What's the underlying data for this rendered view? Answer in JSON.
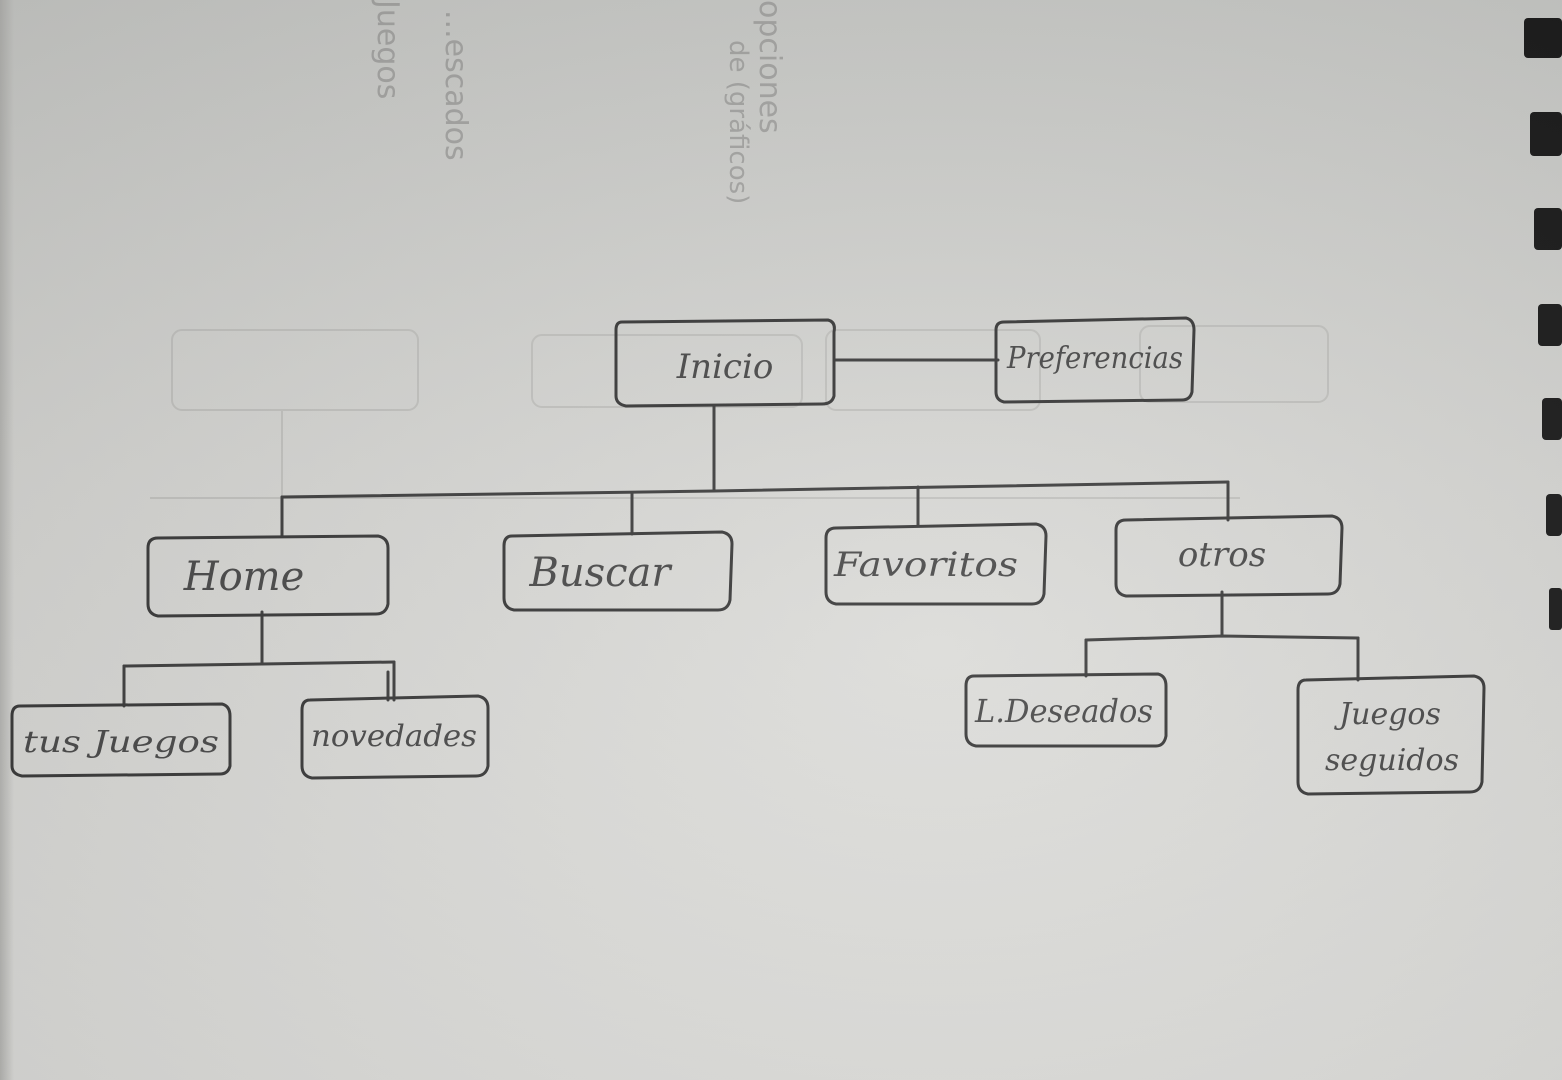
{
  "diagram": {
    "root": {
      "label": "Inicio"
    },
    "side": {
      "label": "Preferencias"
    },
    "level1": [
      {
        "label": "Home"
      },
      {
        "label": "Buscar"
      },
      {
        "label": "Favoritos"
      },
      {
        "label": "otros"
      }
    ],
    "home_children": [
      {
        "label": "tus Juegos"
      },
      {
        "label": "novedades"
      }
    ],
    "otros_children": [
      {
        "label": "L.Deseados"
      },
      {
        "label": "Juegos seguidos"
      }
    ]
  },
  "faint_marks": {
    "col1": [
      "...escados",
      "Juegos"
    ],
    "col2": [
      "opciones",
      "de (gráficos)"
    ]
  },
  "colors": {
    "paper": "#d9d9d6",
    "pencil": "#4a4a4a",
    "ghost": "#a9a9a7"
  }
}
